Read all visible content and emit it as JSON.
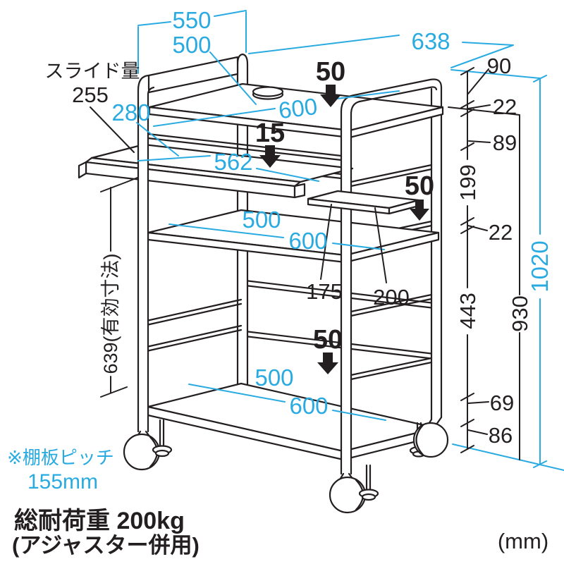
{
  "unit_label": "(mm)",
  "colors": {
    "dimension_cyan": "#29abe2",
    "line_black": "#231f20"
  },
  "annotations": {
    "slide_label": "スライド量",
    "slide_value": "255",
    "effective_height": "639(有効寸法)",
    "shelf_pitch_line1": "※棚板ピッチ",
    "shelf_pitch_line2": "155mm",
    "load_capacity_line1": "総耐荷重 200kg",
    "load_capacity_line2": "(アジャスター併用)"
  },
  "dimensions_cyan": {
    "top_depth_outer": "550",
    "top_depth_inner": "500",
    "top_width_outer": "638",
    "top_shelf_width": "600",
    "slider_width": "562",
    "slider_depth": "280",
    "mid_shelf_depth": "500",
    "mid_shelf_width": "600",
    "bottom_shelf_depth": "500",
    "bottom_shelf_width": "600",
    "overall_height": "1020"
  },
  "dimensions_black": {
    "post_top_to_shelf": "90",
    "top_shelf_thickness": "22",
    "under_top_shelf_gap": "89",
    "shelf_gap_upper": "199",
    "mid_shelf_thickness": "22",
    "shelf_gap_lower": "443",
    "bottom_shelf_height": "69",
    "caster_height": "86",
    "height_to_top_shelf": "930",
    "side_tray_width": "200",
    "side_tray_depth": "175",
    "clearance_top": "50",
    "clearance_slider": "15",
    "clearance_side": "50",
    "clearance_bottom": "50"
  }
}
